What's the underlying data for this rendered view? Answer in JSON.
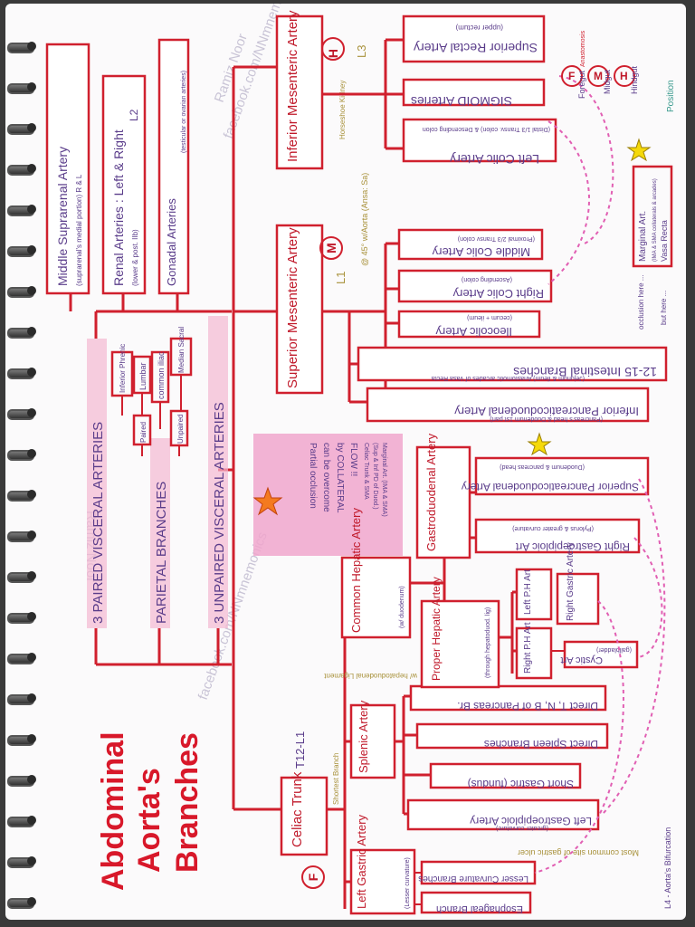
{
  "title": {
    "line1": "Abdominal",
    "line2": "Aorta's",
    "line3": "Branches"
  },
  "watermarks": [
    "facebook.com/NNmnemonics",
    "Ramiz Noor",
    "facebook.com/NNmnemonics",
    "Ramiz Noor"
  ],
  "groups": {
    "paired": "3 PAIRED VISCERAL ARTERIES",
    "parietal": "PARIETAL BRANCHES",
    "unpaired": "3 UNPAIRED VISCERAL ARTERIES"
  },
  "paired_arteries": {
    "middle_suprarenal": {
      "name": "Middle Suprarenal Artery",
      "note": "(suprarenal's medial portion) R & L"
    },
    "renal": {
      "name": "Renal Arteries : Left & Right",
      "note": "(lower & post. IIb)",
      "level": "L2"
    },
    "gonadal": {
      "name": "Gonadal Arteries",
      "note": "(testicular or ovarian arteries)"
    }
  },
  "parietal_items": {
    "inferior_phrenic": "Inferior Phrenic",
    "lumbar": "Lumbar",
    "common_iliac": "common iliac",
    "median_sacral": "Median Sacral",
    "paired": "Paired",
    "unpaired": "Unpaired"
  },
  "imA": {
    "name": "Inferior Mesenteric Artery",
    "badge": "H",
    "level": "L3",
    "horseshoe": "Horseshoe Kidney",
    "branches": {
      "superior_rectal": {
        "name": "Superior Rectal Artery",
        "note": "(upper rectum)"
      },
      "sigmoid": {
        "name": "SIGMOID Arteries"
      },
      "left_colic": {
        "name": "Left Colic Artery",
        "note": "(Distal 1/3 Transv. colon) & Descending colon"
      }
    }
  },
  "sma": {
    "name": "Superior Mesenteric Artery",
    "badge": "M",
    "level": "L1",
    "note": "@ 45° w/Aorta (Ansa: Sa)",
    "branches": {
      "middle_colic": {
        "name": "Middle Colic Artery",
        "note": "(Proximal 2/3 Transv colon)"
      },
      "right_colic": {
        "name": "Right Colic Artery",
        "note": "(Ascending colon)"
      },
      "ileocolic": {
        "name": "Ileocolic Artery",
        "note": "(cecum + ileum)"
      },
      "intestinal": {
        "name": "12-15 Intestinal Branches",
        "note": "(Jejunum & Ileum) Anastomotic arcades of Vasa Recta"
      },
      "inferior_pd": {
        "name": "Inferior Pancreaticoduodenal Artery",
        "note": "(Pancreas's head & Duodenum 1st part)"
      }
    }
  },
  "collateral_note": {
    "line1": "Partial occlusion",
    "line2": "can be overcome",
    "line3": "by COLLATERAL",
    "line4": "FLOW !!",
    "line5": "Celiac Trunk & SMA",
    "line6": "(Sup & Inf PD of Duod.)",
    "line7": "Marginal Art. (IMA & SMA)"
  },
  "celiac": {
    "name": "Celiac Trunk",
    "badge": "F",
    "level": "T12-L1",
    "shortest": "Shortest Branch",
    "branches": {
      "left_gastric": {
        "name": "Left Gastric Artery",
        "note": "(Lesser curvature)"
      },
      "esophageal": {
        "name": "Esophageal Branch"
      },
      "lesser_curvature": {
        "name": "Lesser Curvature Branches"
      },
      "splenic": {
        "name": "Splenic Artery"
      },
      "direct_tnb": {
        "name": "Direct T, N, B of Pancreas Br."
      },
      "direct_spleen": {
        "name": "Direct Spleen Branches"
      },
      "short_gastric": {
        "name": "Short Gastric (fundus)"
      },
      "left_gastroepiploic": {
        "name": "Left Gastroepiploic Artery",
        "note": "(greater curvature)"
      },
      "common_hepatic": {
        "name": "Common Hepatic Artery",
        "note": "(w/ duodenum)"
      },
      "hepatoduodenal": "w/ hepatoduodenal Ligament",
      "gastroduodenal": {
        "name": "Gastroduodenal Artery"
      },
      "proper_hepatic": {
        "name": "Proper Hepatic Artery",
        "note": "(through hepatoduod. lig)"
      },
      "right_gastric": {
        "name": "Right Gastric Artery"
      },
      "left_ph": {
        "name": "Left P.H Art"
      },
      "right_ph": {
        "name": "Right P.H Art"
      },
      "cystic": {
        "name": "Cystic Art",
        "note": "(gallbladder)"
      },
      "superior_pd": {
        "name": "Superior Pancreaticoduodenal Artery",
        "note": "(Duodenum & pancreas head)"
      },
      "right_gastroepiploic": {
        "name": "Right Gastroepiploic Art",
        "note": "(Pylorus & greater curvature)"
      }
    }
  },
  "legend": {
    "f": "Foregut",
    "m": "Midgut",
    "h": "Hindgut",
    "position": "Position",
    "anastomosis": "Anastomosis",
    "marginal": "Marginal Art.",
    "marginal_note": "(IMA & SMA collaterals & arcades)",
    "vasa_recta": "Vasa Recta",
    "occlusion": "occlusion here ...",
    "but_here": "but here ...",
    "bifurcation": "L4 - Aorta's Bifurcation",
    "ulcer": "Most common site of gastric ulcer"
  },
  "colors": {
    "red": "#d0202e",
    "pink": "#ef9bc9",
    "purple": "#5a3c8a",
    "label_bg": "#f3b8d2",
    "note": "#b8a233",
    "teal": "#3a9a8e"
  }
}
